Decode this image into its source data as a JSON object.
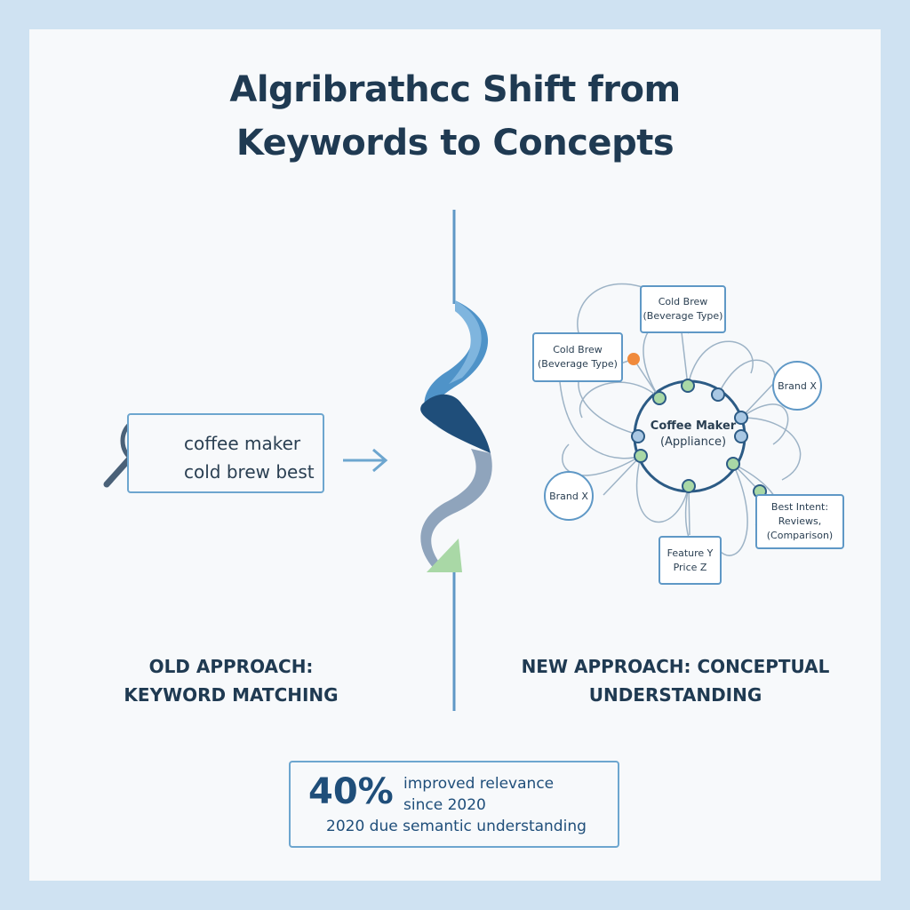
{
  "title": {
    "line1": "Algribrathcc Shift from",
    "line2": "Keywords to Concepts"
  },
  "old_approach": {
    "search_lines": [
      "coffee maker",
      "cold brew best"
    ],
    "caption_line1": "OLD APPROACH:",
    "caption_line2": "KEYWORD MATCHING",
    "icon": "magnifier-icon"
  },
  "new_approach": {
    "caption_line1": "NEW APPROACH: CONCEPTUAL",
    "caption_line2": "UNDERSTANDING",
    "hub": {
      "title": "Coffee Maker",
      "subtitle": "(Appliance)"
    },
    "nodes": {
      "cold_brew_top": [
        "Cold Brew",
        "(Beverage Type)"
      ],
      "cold_brew_left": [
        "Cold Brew",
        "(Beverage Type)"
      ],
      "brand_x_right": "Brand X",
      "brand_x_left": "Brand X",
      "best_intent": [
        "Best Intent:",
        "Reviews,",
        "(Comparison)"
      ],
      "feature_price": [
        "Feature Y",
        "Price Z"
      ]
    }
  },
  "stat": {
    "value": "40%",
    "line1": "improved relevance",
    "line2": "since 2020",
    "line3": "2020 due semantic understanding"
  },
  "colors": {
    "background_frame": "#cfe2f2",
    "panel": "#f7f9fb",
    "title_text": "#1f3a52",
    "accent_blue": "#5f98c6",
    "ribbon_light": "#4f93c8",
    "ribbon_dark": "#1f4e7a",
    "ribbon_grey": "#8fa4bc",
    "node_green": "#a9d8a6",
    "node_orange": "#f08a3c"
  }
}
